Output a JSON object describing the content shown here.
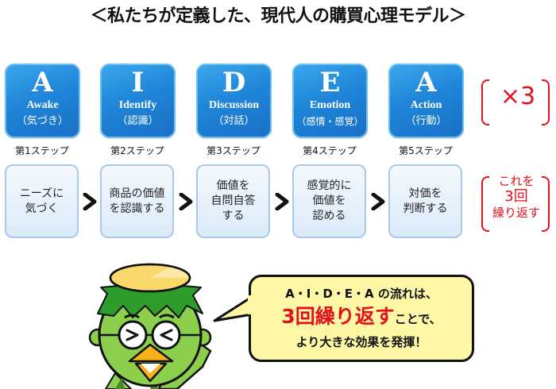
{
  "title": "＜私たちが定義した、現代人の購買心理モデル＞",
  "steps": [
    {
      "letter": "A",
      "word": "Awake",
      "jp": "（気づき）",
      "step_label": "第1ステップ",
      "action": [
        "ニーズに",
        "気づく"
      ]
    },
    {
      "letter": "I",
      "word": "Identify",
      "jp": "（認識）",
      "step_label": "第2ステップ",
      "action": [
        "商品の価値",
        "を認識する"
      ]
    },
    {
      "letter": "D",
      "word": "Discussion",
      "jp": "（対話）",
      "step_label": "第3ステップ",
      "action": [
        "価値を",
        "自問自答",
        "する"
      ]
    },
    {
      "letter": "E",
      "word": "Emotion",
      "jp": "（感情・感覚）",
      "step_label": "第4ステップ",
      "action": [
        "感覚的に",
        "価値を",
        "認める"
      ]
    },
    {
      "letter": "A",
      "word": "Action",
      "jp": "（行動）",
      "step_label": "第5ステップ",
      "action": [
        "対価を",
        "判断する"
      ]
    }
  ],
  "multiplier": "×3",
  "repeat_note": [
    "これを",
    "3回",
    "繰り返す"
  ],
  "speech_bubble": {
    "line1": "A・I・D・E・A の流れは、",
    "line2_highlight": "3回繰り返す",
    "line2_rest": "ことで、",
    "line3": "より大きな効果を発揮！"
  },
  "colors": {
    "tile_blue": "#1f86d9",
    "action_box_bg": "#dbeaf9",
    "accent_red": "#e3101e",
    "bubble_yellow": "#fdf7a6",
    "mascot_green": "#8ccf4d",
    "beak_orange": "#f7b21b"
  }
}
